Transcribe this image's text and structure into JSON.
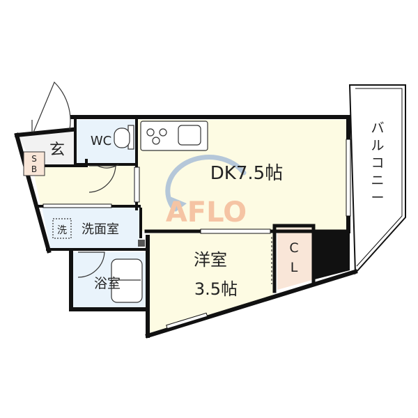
{
  "rooms": {
    "genkan": "玄",
    "sb_top": "S",
    "sb_bottom": "B",
    "wc": "WC",
    "dk": "DK7.5帖",
    "washroom_icon": "洗",
    "washroom": "洗面室",
    "bath": "浴室",
    "western_line1": "洋室",
    "western_line2": "3.5帖",
    "closet_top": "C",
    "closet_bottom": "L",
    "balcony": "バルコニー"
  },
  "watermark": {
    "text": "AFLO"
  },
  "colors": {
    "wall": "#111111",
    "wood_floor": "#fdfbe3",
    "wet_floor": "#e9f3fb",
    "entrance_floor": "#f2f2f2",
    "closet_floor": "#f9e6d8",
    "watermark_orange": "#f3b28f",
    "watermark_blue": "#9cb6d6"
  }
}
